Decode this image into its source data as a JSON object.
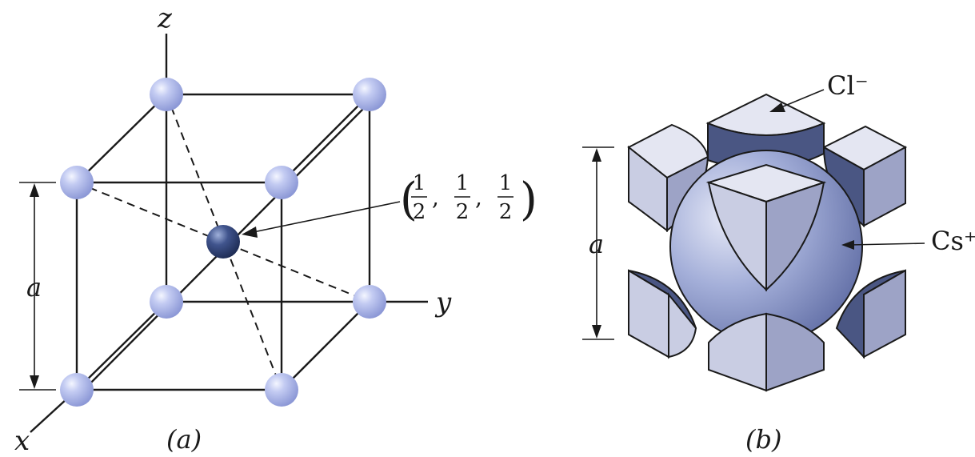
{
  "figure_a": {
    "axis_z": "z",
    "axis_y": "y",
    "axis_x": "x",
    "dimension_label": "a",
    "coordinate_label": {
      "open": "(",
      "numerator_1": "1",
      "denominator_1": "2",
      "numerator_2": "1",
      "denominator_2": "2",
      "numerator_3": "1",
      "denominator_3": "2",
      "separator": ",",
      "close": ")"
    },
    "caption": "(a)"
  },
  "figure_b": {
    "anion_label": "Cl⁻",
    "cation_label": "Cs⁺",
    "dimension_label": "a",
    "caption": "(b)"
  },
  "colors": {
    "corner_atom": "#b8c0ee",
    "center_atom": "#3c4f85",
    "cube_face_light": "#c9cde3",
    "cube_face_mid": "#9da3c6",
    "cube_face_top": "#e4e6f2",
    "cube_face_dark": "#4a5683",
    "ion_sphere": "#8f9bcc"
  }
}
